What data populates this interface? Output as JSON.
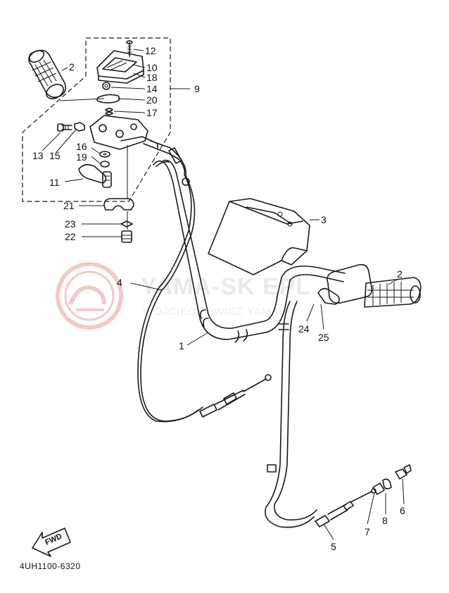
{
  "diagram": {
    "diagram_code": "4UH1100-6320",
    "fwd_label": "FWD",
    "watermark": {
      "main": "YAMA-SK   EPL",
      "sub": "WOJCIECHOWICZ        YAMAHA"
    },
    "callouts": [
      {
        "id": "c1",
        "label": "1"
      },
      {
        "id": "c2a",
        "label": "2"
      },
      {
        "id": "c2b",
        "label": "2"
      },
      {
        "id": "c3",
        "label": "3"
      },
      {
        "id": "c4",
        "label": "4"
      },
      {
        "id": "c5",
        "label": "5"
      },
      {
        "id": "c6",
        "label": "6"
      },
      {
        "id": "c7",
        "label": "7"
      },
      {
        "id": "c8",
        "label": "8"
      },
      {
        "id": "c9",
        "label": "9"
      },
      {
        "id": "c10",
        "label": "10"
      },
      {
        "id": "c11",
        "label": "11"
      },
      {
        "id": "c12",
        "label": "12"
      },
      {
        "id": "c13",
        "label": "13"
      },
      {
        "id": "c14",
        "label": "14"
      },
      {
        "id": "c15",
        "label": "15"
      },
      {
        "id": "c16",
        "label": "16"
      },
      {
        "id": "c17",
        "label": "17"
      },
      {
        "id": "c18",
        "label": "18"
      },
      {
        "id": "c19",
        "label": "19"
      },
      {
        "id": "c20",
        "label": "20"
      },
      {
        "id": "c21",
        "label": "21"
      },
      {
        "id": "c22",
        "label": "22"
      },
      {
        "id": "c23",
        "label": "23"
      },
      {
        "id": "c24",
        "label": "24"
      },
      {
        "id": "c25",
        "label": "25"
      }
    ]
  }
}
